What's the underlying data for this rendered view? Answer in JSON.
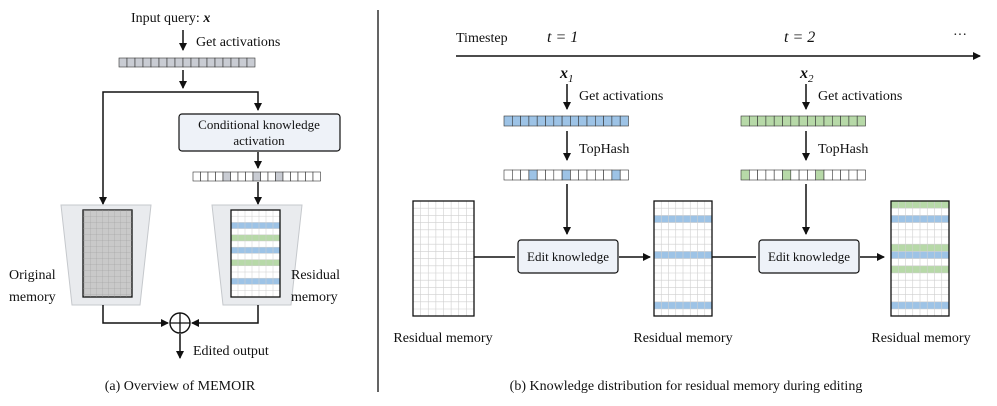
{
  "left": {
    "input_query_prefix": "Input query: ",
    "input_query_var": "x",
    "get_activations": "Get activations",
    "cka_line1": "Conditional knowledge",
    "cka_line2": "activation",
    "original_memory_line1": "Original",
    "original_memory_line2": "memory",
    "residual_memory_line1": "Residual",
    "residual_memory_line2": "memory",
    "edited_output": "Edited output",
    "caption": "(a) Overview of MEMOIR"
  },
  "right": {
    "timestep": "Timestep",
    "t1": "t = 1",
    "t2": "t = 2",
    "ellipsis": "···",
    "x1_var": "x",
    "x1_sub": "1",
    "x2_var": "x",
    "x2_sub": "2",
    "get_activations_1": "Get activations",
    "get_activations_2": "Get activations",
    "tophash_1": "TopHash",
    "tophash_2": "TopHash",
    "edit_knowledge_1": "Edit knowledge",
    "edit_knowledge_2": "Edit knowledge",
    "residual_memory_0": "Residual memory",
    "residual_memory_1": "Residual memory",
    "residual_memory_2": "Residual memory",
    "caption": "(b) Knowledge distribution for residual memory during editing"
  },
  "colors": {
    "blue": "#9dc3e6",
    "green": "#b7d9a8",
    "gray_cell": "#c9ccd3",
    "box_fill": "#eef2f8",
    "trapezoid": "#e9ebee",
    "original_fill": "#c9c9c9"
  },
  "icons": {
    "plus": "circled-plus-icon",
    "arrow": "arrow-icon"
  }
}
